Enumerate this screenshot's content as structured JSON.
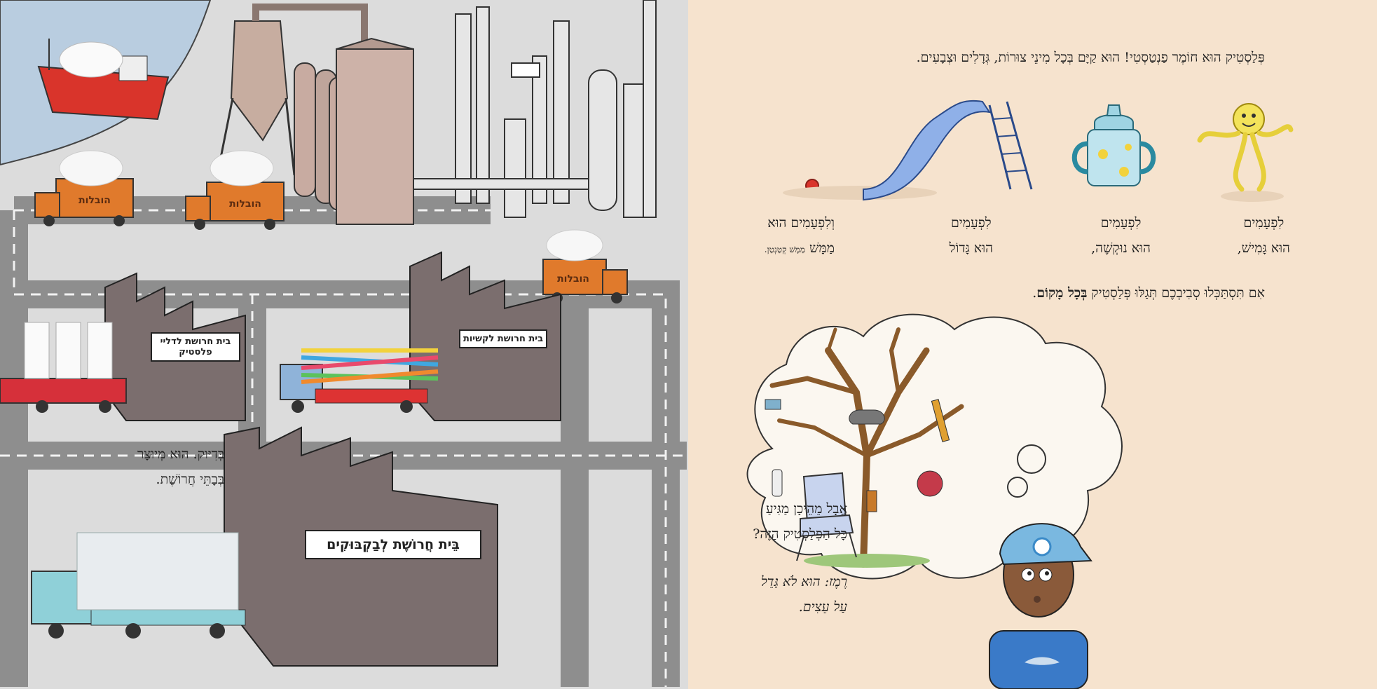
{
  "left_page": {
    "truck_sign": "הובלות",
    "factory_cups": "בית חרושת לדליי פלסטיק",
    "factory_straws": "בית חרושת לקשיות",
    "factory_bottles": "בֵּית חֲרוֹשֶׁת לְבַקְבּוּקִים",
    "text_line1": "בְּדִיּוּק. הוּא מְיוּצָר",
    "text_line2": "בְּבָתֵּי חֲרוֹשֶׁת."
  },
  "right_page": {
    "intro": "פְּלַסְטִיק הוּא חוֹמֶר פַנְטַסְטִי! הוּא קַיָּם בְּכָל מִינֵי צוּרוֹת, גְּדָלִים וּצְבָעִים.",
    "captions": [
      {
        "line1": "לִפְעָמִים",
        "line2": "הוּא גָּמִישׁ,"
      },
      {
        "line1": "לִפְעָמִים",
        "line2": "הוּא נוּקְשֶׁה,"
      },
      {
        "line1": "לִפְעָמִים",
        "line2": "הוּא גָּדוֹל"
      },
      {
        "line1": "וְלִפְעָמִים הוּא",
        "line2": "מַמָּשׁ",
        "line2_small": "מַמָּשׁ קְטַנְטַן."
      }
    ],
    "look_around_prefix": "אִם תִּסְתַּכְּלוּ סְבִיבְכֶם תְּגַלּוּ פְּלַסְטִיק",
    "look_around_bold": "בְּכָל מָקוֹם",
    "question_line1": "אֲבָל מֵהֵיכָן מַגִּיעַ",
    "question_line2": "כָּל הַפְּלַסְטִיק הַזֶּה?",
    "hint_line1": "רֶמֶז: הוּא לֹא גָּדֵל",
    "hint_line2": "עַל עֵצִים."
  },
  "colors": {
    "sea": "#b9cde0",
    "road": "#8e8e8e",
    "truck": "#e07a2c",
    "brick": "#7b6e6e",
    "right_bg": "#f6e3ce"
  }
}
